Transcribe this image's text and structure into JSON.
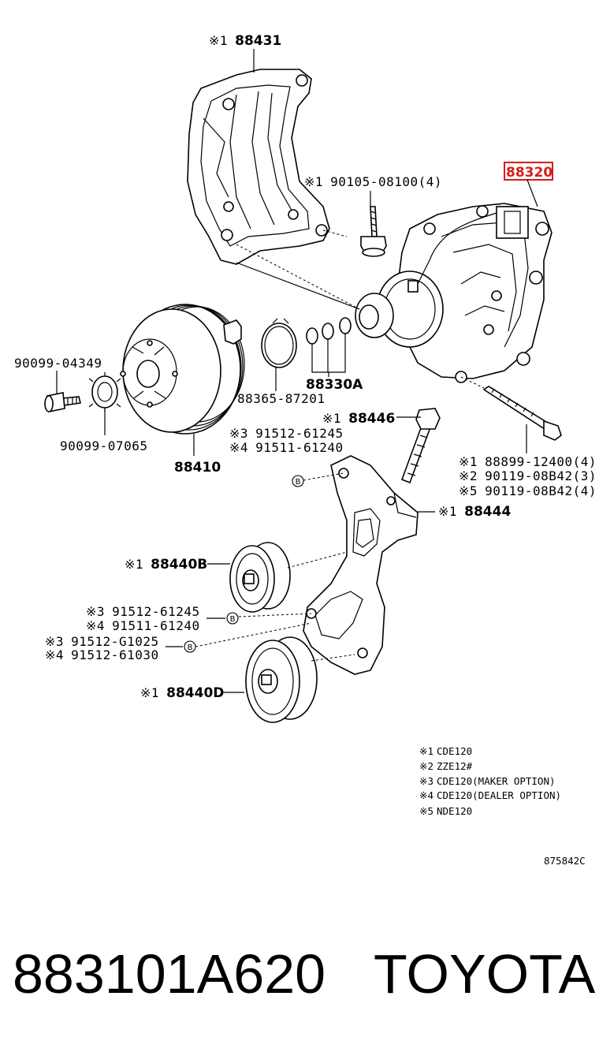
{
  "labels": {
    "l88431": {
      "mark": "※1",
      "code": "88431"
    },
    "l90105": {
      "mark": "※1",
      "code": "90105-08100(4)"
    },
    "l88320": {
      "code": "88320"
    },
    "l90099a": {
      "code": "90099-04349"
    },
    "l90099b": {
      "code": "90099-07065"
    },
    "l88365": {
      "code": "88365-87201"
    },
    "l88330": {
      "code": "88330A"
    },
    "l88446": {
      "mark": "※1",
      "code": "88446"
    },
    "l91512a": {
      "mark": "※3",
      "code": "91512-61245"
    },
    "l91511a": {
      "mark": "※4",
      "code": "91511-61240"
    },
    "l88410": {
      "code": "88410"
    },
    "l88899": {
      "mark": "※1",
      "code": "88899-12400(4)"
    },
    "l90119a": {
      "mark": "※2",
      "code": "90119-08B42(3)"
    },
    "l90119b": {
      "mark": "※5",
      "code": "90119-08B42(4)"
    },
    "l88444": {
      "mark": "※1",
      "code": "88444"
    },
    "l88440b": {
      "mark": "※1",
      "code": "88440B"
    },
    "l91512b": {
      "mark": "※3",
      "code": "91512-61245"
    },
    "l91511b": {
      "mark": "※4",
      "code": "91511-61240"
    },
    "l91512c": {
      "mark": "※3",
      "code": "91512-G1025"
    },
    "l91512d": {
      "mark": "※4",
      "code": "91512-61030"
    },
    "l88440d": {
      "mark": "※1",
      "code": "88440D"
    },
    "callout_b": "B"
  },
  "notes": [
    {
      "mark": "※1",
      "text": "CDE120"
    },
    {
      "mark": "※2",
      "text": "ZZE12#"
    },
    {
      "mark": "※3",
      "text": "CDE120(MAKER OPTION)"
    },
    {
      "mark": "※4",
      "text": "CDE120(DEALER OPTION)"
    },
    {
      "mark": "※5",
      "text": "NDE120"
    }
  ],
  "diagram_id": "875842C",
  "highlight_color": "#d81b1b",
  "footer": {
    "part_number": "883101A620",
    "brand": "TOYOTA"
  }
}
